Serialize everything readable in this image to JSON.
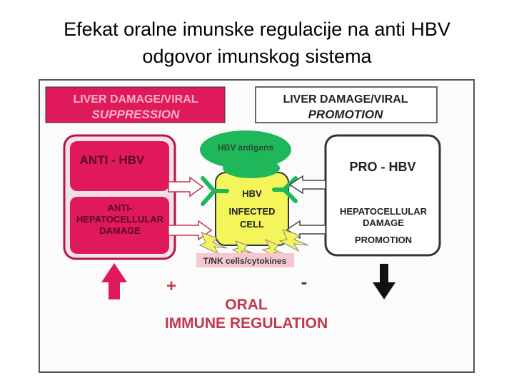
{
  "slide": {
    "title_line1": "Efekat oralne imunske regulacije na anti HBV",
    "title_line2": "odgovor imunskog sistema"
  },
  "diagram": {
    "suppression_box": {
      "line1": "LIVER DAMAGE/VIRAL",
      "line2": "SUPPRESSION"
    },
    "promotion_box": {
      "line1": "LIVER DAMAGE/VIRAL",
      "line2": "PROMOTION"
    },
    "antigens": "HBV antigens",
    "anti_hbv": "ANTI - HBV",
    "anti_damage": {
      "line1": "ANTI-",
      "line2": "HEPATOCELLULAR",
      "line3": "DAMAGE"
    },
    "cell": {
      "line1": "HBV",
      "line2": "INFECTED",
      "line3": "CELL"
    },
    "pro_hbv": "PRO - HBV",
    "pro_damage": {
      "line1": "HEPATOCELLULAR",
      "line2": "DAMAGE",
      "line3": "PROMOTION"
    },
    "tnk": "T/NK cells/cytokines",
    "plus": "+",
    "minus": "-",
    "oral": {
      "line1": "ORAL",
      "line2": "IMMUNE REGULATION"
    },
    "colors": {
      "magenta": "#e0195b",
      "yellow": "#f3f55a",
      "green": "#1eb85a",
      "pink_text": "#c03a4e",
      "tnk_bg": "#f7c7cf"
    }
  }
}
